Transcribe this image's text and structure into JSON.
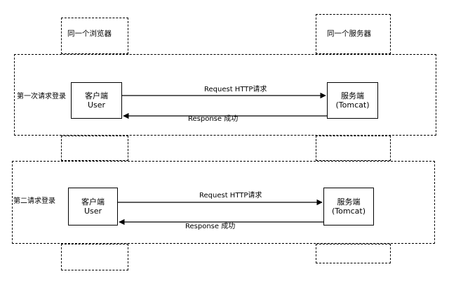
{
  "columns": {
    "browser": "同一个浏览器",
    "server": "同一个服务器"
  },
  "rounds": [
    {
      "label": "第一次请求登录",
      "client": {
        "title": "客户端",
        "subtitle": "User"
      },
      "server": {
        "title": "服务端",
        "subtitle": "(Tomcat)"
      },
      "request": "Request   HTTP请求",
      "response": "Response   成功"
    },
    {
      "label": "第二请求登录",
      "client": {
        "title": "客户端",
        "subtitle": "User"
      },
      "server": {
        "title": "服务端",
        "subtitle": "(Tomcat)"
      },
      "request": "Request   HTTP请求",
      "response": "Response   成功"
    }
  ]
}
